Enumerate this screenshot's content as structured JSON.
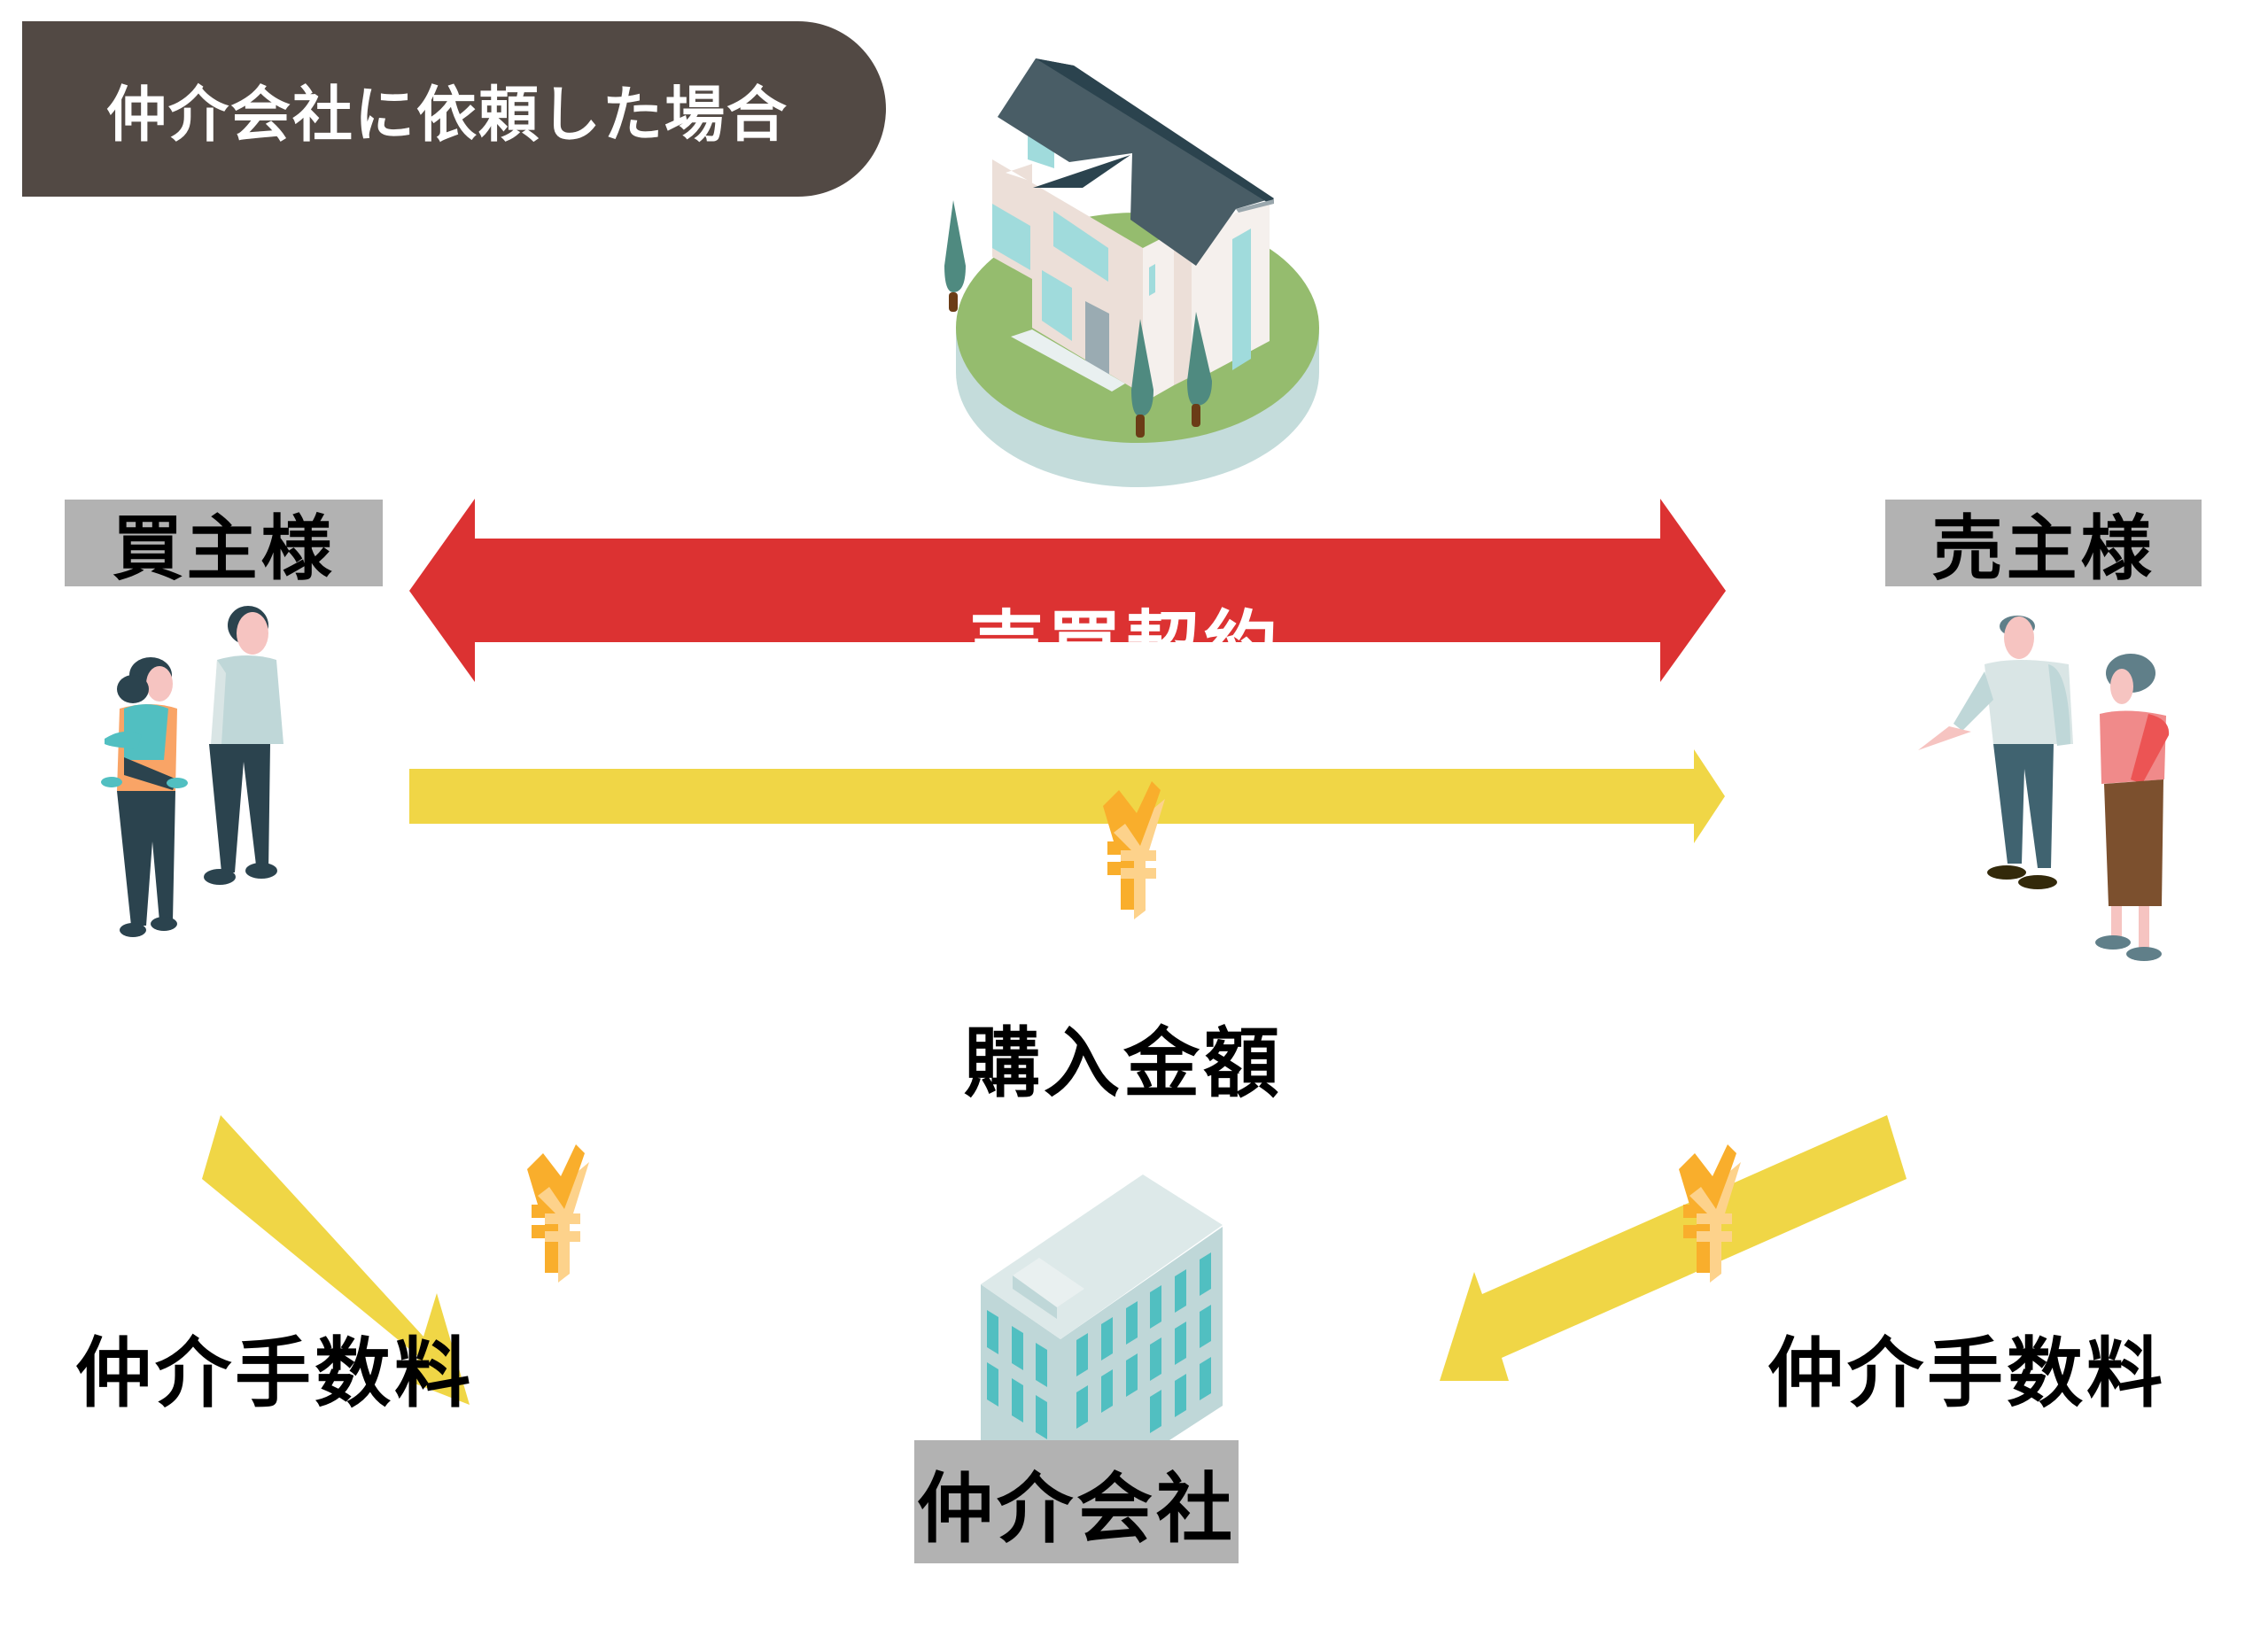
{
  "header": {
    "title": "仲介会社に依頼した場合"
  },
  "parties": {
    "buyer": "買主様",
    "seller": "売主様",
    "agency": "仲介会社"
  },
  "flows": {
    "contract": "売買契約",
    "purchase_amount": "購入金額",
    "fee_from_buyer": "仲介手数料",
    "fee_from_seller": "仲介手数料"
  },
  "icons": {
    "house": "house-icon",
    "office_building": "office-building-icon",
    "yen": "yen-icon",
    "buyer_family": "buyer-family-icon",
    "seller_couple": "seller-couple-icon"
  },
  "colors": {
    "title_bg": "#524944",
    "label_bg": "#b2b2b2",
    "contract_arrow": "#dc3232",
    "money_arrow": "#f0d646",
    "yen_dark": "#f9ae2c",
    "yen_light": "#fdd28b"
  }
}
